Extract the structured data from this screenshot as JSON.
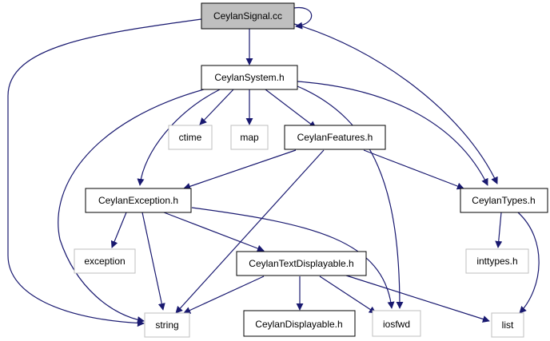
{
  "nodes": {
    "ceylan_signal_cc": "CeylanSignal.cc",
    "ceylan_system_h": "CeylanSystem.h",
    "ctime": "ctime",
    "map": "map",
    "ceylan_features_h": "CeylanFeatures.h",
    "ceylan_exception_h": "CeylanException.h",
    "ceylan_types_h": "CeylanTypes.h",
    "exception": "exception",
    "ceylan_text_displayable_h": "CeylanTextDisplayable.h",
    "inttypes_h": "inttypes.h",
    "string": "string",
    "ceylan_displayable_h": "CeylanDisplayable.h",
    "iosfwd": "iosfwd",
    "list": "list"
  },
  "colors": {
    "edge": "#191970",
    "root_fill": "#bfbfbf",
    "project_border": "#000000",
    "system_border": "#bfbfbf",
    "text": "#000000"
  }
}
